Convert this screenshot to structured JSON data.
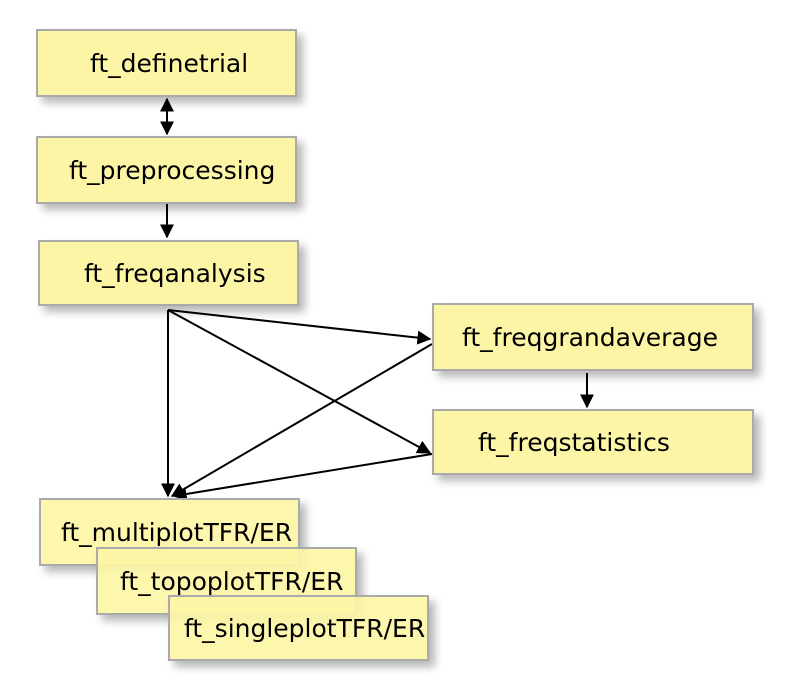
{
  "nodes": {
    "definetrial": "ft_definetrial",
    "preprocessing": "ft_preprocessing",
    "freqanalysis": "ft_freqanalysis",
    "freqgrandaverage": "ft_freqgrandaverage",
    "freqstatistics": "ft_freqstatistics",
    "multiplot": "ft_multiplotTFR/ER",
    "topoplot": "ft_topoplotTFR/ER",
    "singleplot": "ft_singleplotTFR/ER"
  },
  "colors": {
    "node_fill": "#fdf5a6",
    "node_border": "#aaaaaa",
    "edge": "#000000"
  }
}
